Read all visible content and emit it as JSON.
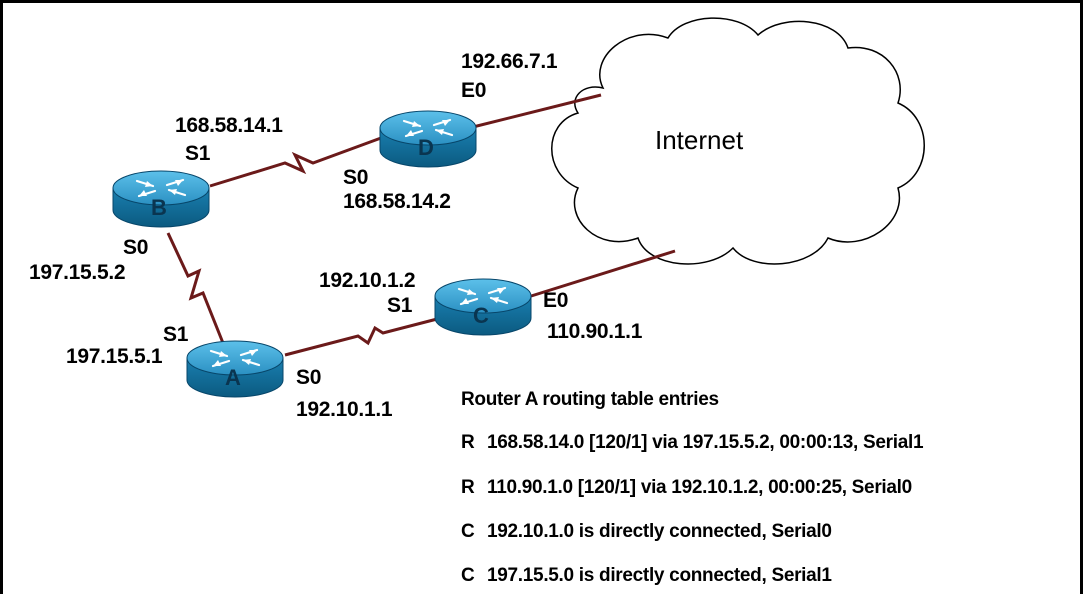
{
  "cloud": {
    "label": "Internet"
  },
  "routers": {
    "A": {
      "letter": "A"
    },
    "B": {
      "letter": "B"
    },
    "C": {
      "letter": "C"
    },
    "D": {
      "letter": "D"
    }
  },
  "interfaces": {
    "d_e0_ip": "192.66.7.1",
    "d_e0_name": "E0",
    "b_s1_ip": "168.58.14.1",
    "b_s1_name": "S1",
    "d_s0_name": "S0",
    "d_s0_ip": "168.58.14.2",
    "b_s0_name": "S0",
    "b_s0_ip": "197.15.5.2",
    "c_s1_ip": "192.10.1.2",
    "c_s1_name": "S1",
    "c_e0_name": "E0",
    "c_e0_ip": "110.90.1.1",
    "a_s1_name": "S1",
    "a_s1_ip": "197.15.5.1",
    "a_s0_name": "S0",
    "a_s0_ip": "192.10.1.1"
  },
  "routing_table": {
    "title": "Router A routing table entries",
    "entries": [
      {
        "code": "R",
        "text": "168.58.14.0 [120/1] via 197.15.5.2, 00:00:13, Serial1"
      },
      {
        "code": "R",
        "text": "110.90.1.0 [120/1] via 192.10.1.2, 00:00:25, Serial0"
      },
      {
        "code": "C",
        "text": "192.10.1.0 is directly connected, Serial0"
      },
      {
        "code": "C",
        "text": "197.15.5.0 is directly connected, Serial1"
      }
    ]
  },
  "colors": {
    "link": "#6b1a1a",
    "router_top": "#3aa7d6",
    "router_side": "#0f6f9c",
    "cloud_fill": "#ffffff",
    "cloud_stroke": "#000000"
  }
}
